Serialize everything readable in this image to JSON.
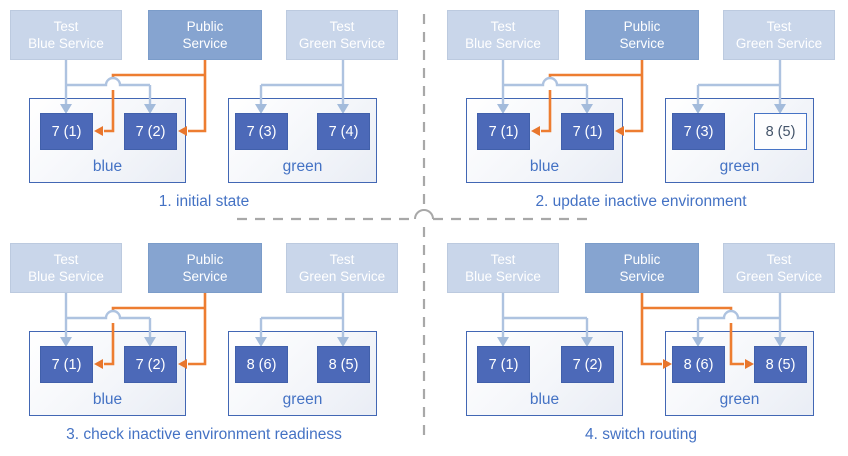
{
  "palette": {
    "accent_blue": "#4472c4",
    "pod_fill": "#4c69b8",
    "service_light_fill": "#c9d6ea",
    "service_public_fill": "#86a4d0",
    "arrow_light_blue": "#aec3e0",
    "arrow_orange": "#ed7d31",
    "divider_gray": "#a8a8a8"
  },
  "quadrants": [
    {
      "caption": "1. initial state",
      "public_routing": "blue",
      "services": {
        "test_blue": {
          "line1": "Test",
          "line2": "Blue Service"
        },
        "public": {
          "line1": "Public",
          "line2": "Service"
        },
        "test_green": {
          "line1": "Test",
          "line2": "Green Service"
        }
      },
      "blue_env": {
        "label": "blue",
        "pods": [
          {
            "label": "7 (1)",
            "state": "active"
          },
          {
            "label": "7 (2)",
            "state": "active"
          }
        ]
      },
      "green_env": {
        "label": "green",
        "pods": [
          {
            "label": "7 (3)",
            "state": "active"
          },
          {
            "label": "7 (4)",
            "state": "active"
          }
        ]
      }
    },
    {
      "caption": "2. update inactive environment",
      "public_routing": "blue",
      "services": {
        "test_blue": {
          "line1": "Test",
          "line2": "Blue Service"
        },
        "public": {
          "line1": "Public",
          "line2": "Service"
        },
        "test_green": {
          "line1": "Test",
          "line2": "Green Service"
        }
      },
      "blue_env": {
        "label": "blue",
        "pods": [
          {
            "label": "7 (1)",
            "state": "active"
          },
          {
            "label": "7 (1)",
            "state": "active"
          }
        ]
      },
      "green_env": {
        "label": "green",
        "pods": [
          {
            "label": "7 (3)",
            "state": "active"
          },
          {
            "label": "8 (5)",
            "state": "creating"
          }
        ]
      }
    },
    {
      "caption": "3. check inactive environment readiness",
      "public_routing": "blue",
      "services": {
        "test_blue": {
          "line1": "Test",
          "line2": "Blue Service"
        },
        "public": {
          "line1": "Public",
          "line2": "Service"
        },
        "test_green": {
          "line1": "Test",
          "line2": "Green Service"
        }
      },
      "blue_env": {
        "label": "blue",
        "pods": [
          {
            "label": "7 (1)",
            "state": "active"
          },
          {
            "label": "7 (2)",
            "state": "active"
          }
        ]
      },
      "green_env": {
        "label": "green",
        "pods": [
          {
            "label": "8 (6)",
            "state": "active"
          },
          {
            "label": "8 (5)",
            "state": "active"
          }
        ]
      }
    },
    {
      "caption": "4. switch routing",
      "public_routing": "green",
      "services": {
        "test_blue": {
          "line1": "Test",
          "line2": "Blue Service"
        },
        "public": {
          "line1": "Public",
          "line2": "Service"
        },
        "test_green": {
          "line1": "Test",
          "line2": "Green Service"
        }
      },
      "blue_env": {
        "label": "blue",
        "pods": [
          {
            "label": "7 (1)",
            "state": "active"
          },
          {
            "label": "7 (2)",
            "state": "active"
          }
        ]
      },
      "green_env": {
        "label": "green",
        "pods": [
          {
            "label": "8 (6)",
            "state": "active"
          },
          {
            "label": "8 (5)",
            "state": "active"
          }
        ]
      }
    }
  ]
}
